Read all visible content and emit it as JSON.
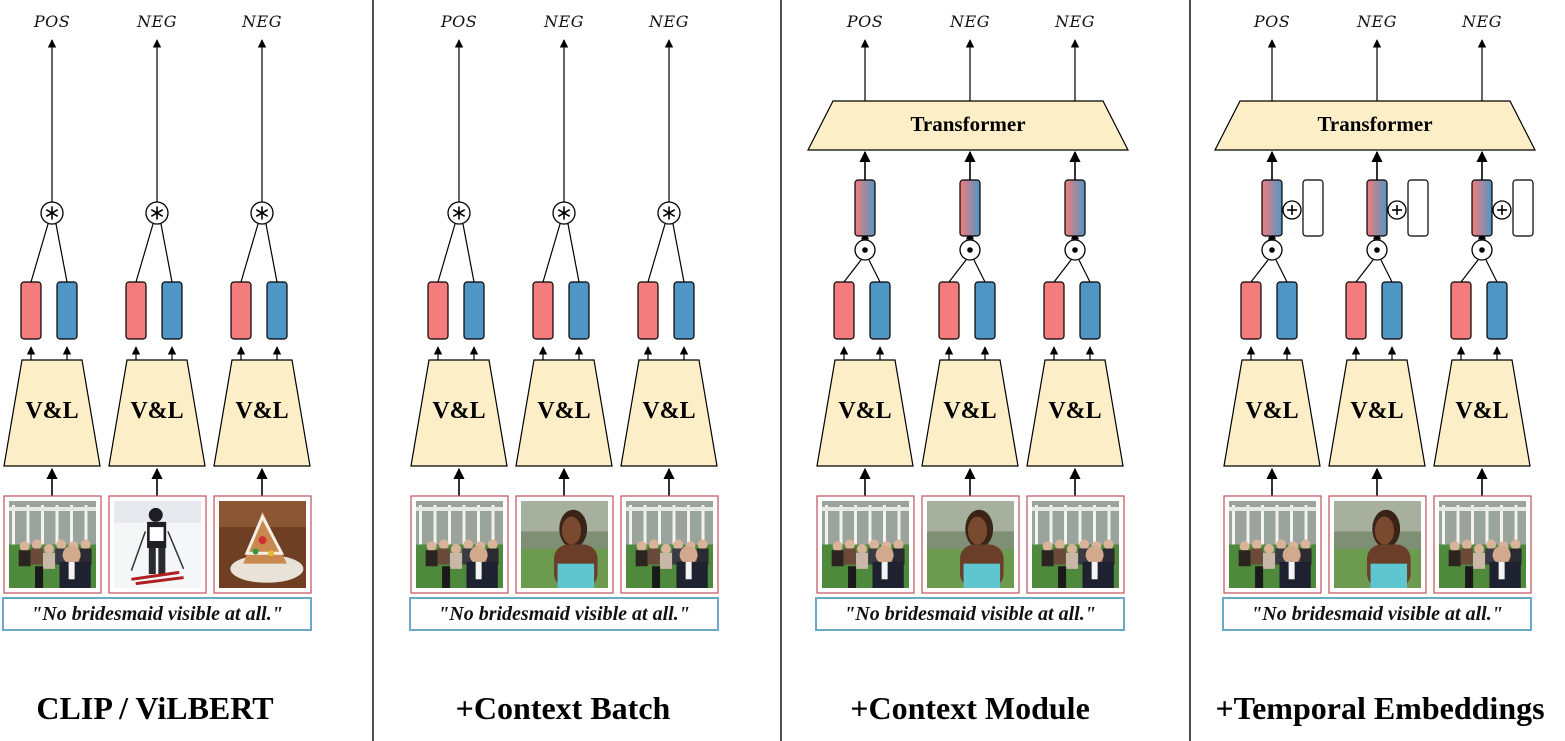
{
  "colors": {
    "encoder_fill": "#fcefc7",
    "image_emb": "#f47c7c",
    "text_emb": "#4f96c4",
    "caption_border": "#6aaac8",
    "photo_border": "#c0505a",
    "divider": "#222222"
  },
  "icons": {
    "similarity": "asterisk-circle-icon",
    "fusion": "dot-circle-icon",
    "add": "plus-circle-icon"
  },
  "panels": [
    {
      "title": "CLIP / ViLBERT",
      "outputs": [
        "POS",
        "NEG",
        "NEG"
      ],
      "encoder_label": "V&L",
      "caption": "\"No bridesmaid visible at all.\"",
      "images": [
        "wedding-crowd",
        "skier",
        "gingerbread-house"
      ],
      "has_transformer": false,
      "has_temporal": false
    },
    {
      "title": "+Context Batch",
      "outputs": [
        "POS",
        "NEG",
        "NEG"
      ],
      "encoder_label": "V&L",
      "caption": "\"No bridesmaid visible at all.\"",
      "images": [
        "wedding-crowd",
        "woman-closeup",
        "wedding-crowd"
      ],
      "has_transformer": false,
      "has_temporal": false
    },
    {
      "title": "+Context Module",
      "outputs": [
        "POS",
        "NEG",
        "NEG"
      ],
      "encoder_label": "V&L",
      "transformer_label": "Transformer",
      "caption": "\"No bridesmaid visible at all.\"",
      "images": [
        "wedding-crowd",
        "woman-closeup",
        "wedding-crowd"
      ],
      "has_transformer": true,
      "has_temporal": false
    },
    {
      "title": "+Temporal Embeddings",
      "outputs": [
        "POS",
        "NEG",
        "NEG"
      ],
      "encoder_label": "V&L",
      "transformer_label": "Transformer",
      "caption": "\"No bridesmaid visible at all.\"",
      "images": [
        "wedding-crowd",
        "woman-closeup",
        "wedding-crowd"
      ],
      "has_transformer": true,
      "has_temporal": true
    }
  ]
}
